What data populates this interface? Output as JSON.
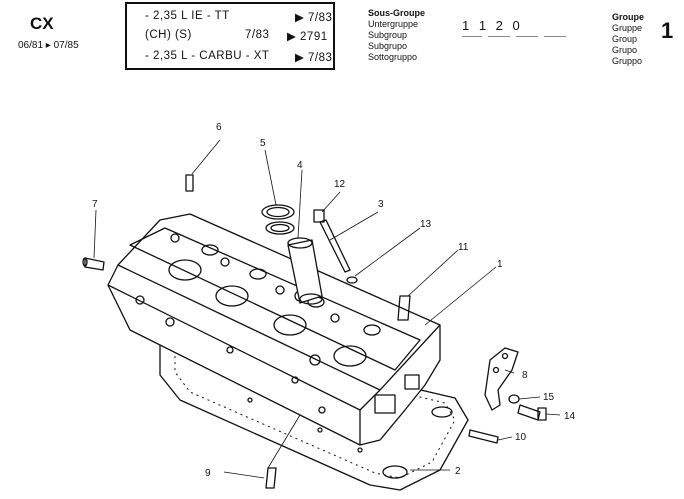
{
  "header": {
    "model": "CX",
    "date_range": "06/81 ▸ 07/85",
    "variants": [
      {
        "label": "- 2,35 L IE - TT",
        "note": "",
        "arrow": "▶ 7/83"
      },
      {
        "label": "(CH) (S)",
        "note": "7/83",
        "arrow": "▶ 2791"
      },
      {
        "label": "- 2,35 L - CARBU - XT",
        "note": "",
        "arrow": "▶ 7/83"
      }
    ],
    "subgroup_labels": [
      "Sous-Groupe",
      "Untergruppe",
      "Subgroup",
      "Subgrupo",
      "Sottogruppo"
    ],
    "subgroup_code": "1 1 2 0",
    "group_labels": [
      "Groupe",
      "Gruppe",
      "Group",
      "Grupo",
      "Gruppo"
    ],
    "group_number": "1"
  },
  "callouts": [
    "1",
    "2",
    "3",
    "4",
    "5",
    "6",
    "7",
    "8",
    "9",
    "10",
    "11",
    "12",
    "13",
    "14",
    "15"
  ]
}
